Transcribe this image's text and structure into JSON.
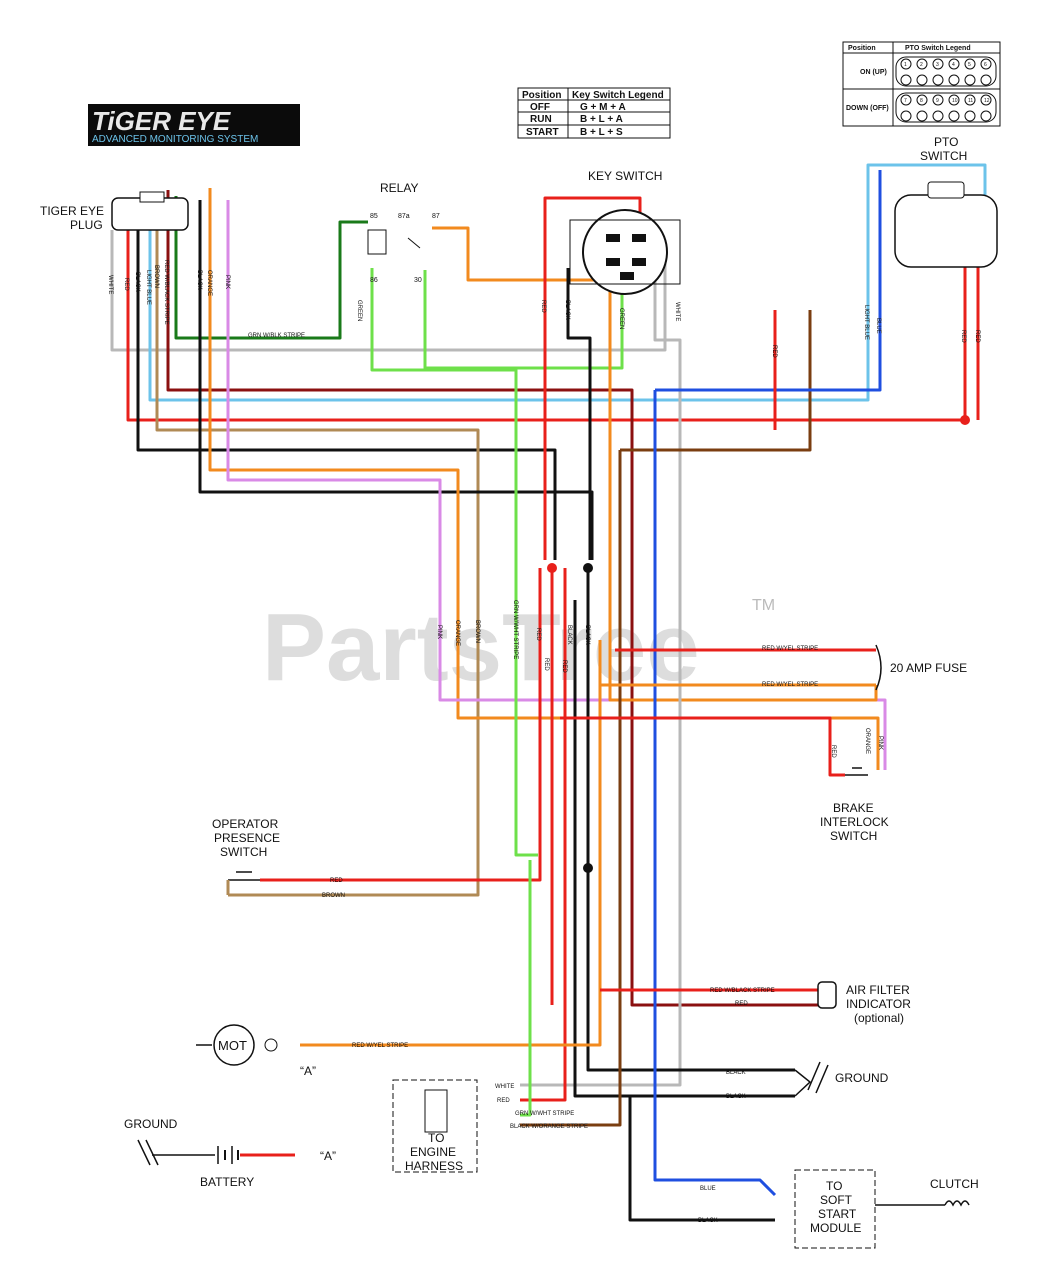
{
  "logo": {
    "line1": "TiGER EYE",
    "line2": "ADVANCED MONITORING SYSTEM"
  },
  "watermark": {
    "text": "PartsTree",
    "tm": "TM"
  },
  "key_legend": {
    "headers": [
      "Position",
      "Key Switch Legend"
    ],
    "rows": [
      [
        "OFF",
        "G + M + A"
      ],
      [
        "RUN",
        "B + L + A"
      ],
      [
        "START",
        "B + L + S"
      ]
    ]
  },
  "pto_legend": {
    "headers": [
      "Position",
      "PTO Switch Legend"
    ],
    "rows": [
      "ON (UP)",
      "DOWN (OFF)"
    ],
    "pins_top": [
      "1",
      "2",
      "3",
      "4",
      "5",
      "6"
    ],
    "pins_bottom": [
      "7",
      "8",
      "9",
      "10",
      "11",
      "12"
    ]
  },
  "components": {
    "tiger_eye_plug": [
      "TIGER EYE",
      "PLUG"
    ],
    "relay": "RELAY",
    "key_switch": "KEY SWITCH",
    "pto_switch": [
      "PTO",
      "SWITCH"
    ],
    "fuse": "20 AMP FUSE",
    "brake": [
      "BRAKE",
      "INTERLOCK",
      "SWITCH"
    ],
    "operator": [
      "OPERATOR",
      "PRESENCE",
      "SWITCH"
    ],
    "air_filter": [
      "AIR FILTER",
      "INDICATOR",
      "(optional)"
    ],
    "ground_right": "GROUND",
    "ground_left": "GROUND",
    "battery": "BATTERY",
    "motor": "MOT",
    "engine_harness": [
      "TO",
      "ENGINE",
      "HARNESS"
    ],
    "soft_start": [
      "TO",
      "SOFT",
      "START",
      "MODULE"
    ],
    "clutch": "CLUTCH",
    "ref_a1": "“A”",
    "ref_a2": "“A”"
  },
  "relay_pins": [
    "85",
    "87a",
    "87",
    "86",
    "30"
  ],
  "wire_labels": {
    "white": "WHITE",
    "red": "RED",
    "black": "BLACK",
    "light_blue": "LIGHT BLUE",
    "brown": "BROWN",
    "red_blk": "RED W/BLACK STRIPE",
    "orange": "ORANGE",
    "pink": "PINK",
    "grn_blk": "GRN W/BLK STRIPE",
    "green": "GREEN",
    "grn_wht": "GRN W/WHT STRIPE",
    "red_yel": "RED W/YEL STRIPE",
    "red_blk2": "RED W/BLACK STRIPE",
    "blue": "BLUE",
    "blk_orange": "BLACK W/ORANGE STRIPE",
    "grn_wht2": "GRN W/WHT STRIPE"
  },
  "colors": {
    "red": "#e8201b",
    "black": "#111111",
    "white": "#b8b8b8",
    "light_blue": "#6cc3ea",
    "blue": "#1f4fe0",
    "brown": "#b08a55",
    "dark_red": "#8b1010",
    "orange": "#f28a1e",
    "pink": "#d98ae6",
    "green": "#6ee04a",
    "dark_green": "#1a7a1a",
    "dark_brown": "#7a3e10"
  }
}
